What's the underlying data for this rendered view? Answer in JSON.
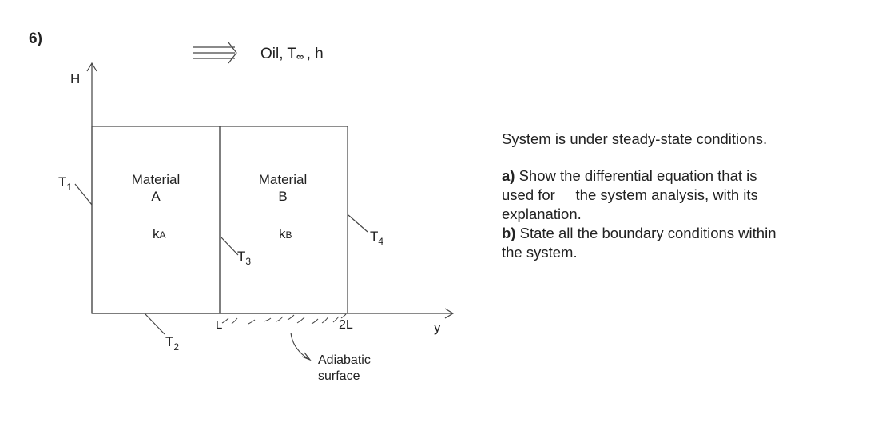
{
  "problem_number": "6)",
  "flow": {
    "text": "Oil, T",
    "inf": "∞",
    "rest": " , h"
  },
  "axes": {
    "vertical": "H",
    "horizontal": "y"
  },
  "materials": [
    {
      "title": "Material",
      "letter": "A",
      "k": "k",
      "k_sub": "A"
    },
    {
      "title": "Material",
      "letter": "B",
      "k": "k",
      "k_sub": "B"
    }
  ],
  "temperatures": [
    {
      "symbol": "T",
      "sub": "1"
    },
    {
      "symbol": "T",
      "sub": "2"
    },
    {
      "symbol": "T",
      "sub": "3"
    },
    {
      "symbol": "T",
      "sub": "4"
    }
  ],
  "x_ticks": {
    "l": "L",
    "two_l": "2L"
  },
  "adiabatic": {
    "line1": "Adiabatic",
    "line2": "surface"
  },
  "question": {
    "status": "System is under steady-state conditions.",
    "a_label": "a)",
    "a_line1": " Show the differential equation that is",
    "a_line2": "used for     the system analysis, with its",
    "a_line3": "explanation.",
    "b_label": "b)",
    "b_line1": " State all the boundary conditions within",
    "b_line2": "the system."
  }
}
